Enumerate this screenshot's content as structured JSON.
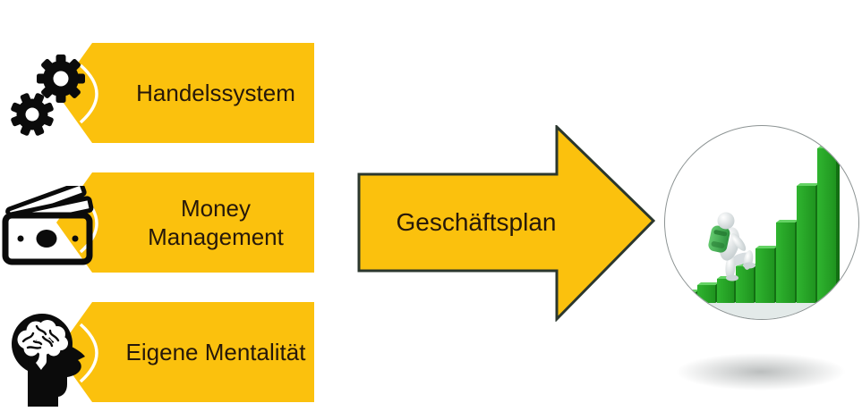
{
  "banners": [
    {
      "label": "Handelssystem",
      "icon": "gears-icon"
    },
    {
      "label": "Money\nManagement",
      "icon": "banknotes-icon"
    },
    {
      "label": "Eigene Mentalität",
      "icon": "head-brain-icon"
    }
  ],
  "arrow": {
    "label": "Geschäftsplan"
  },
  "colors": {
    "banner_yellow": "#FBC10D",
    "arrow_outline": "#2B372E",
    "text": "#26180A",
    "chart_green": "#2AA52A",
    "icon_black": "#0B0B0B"
  },
  "illustration": {
    "icon": "growth-bars-climbing-figure"
  }
}
